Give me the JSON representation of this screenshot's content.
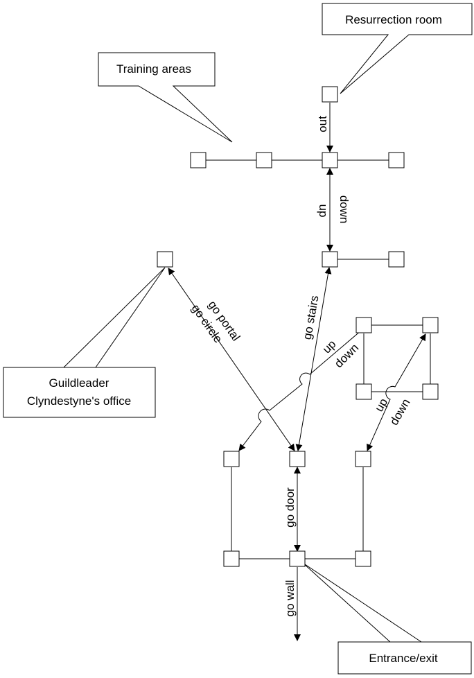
{
  "callouts": {
    "resurrection": "Resurrection room",
    "training": "Training areas",
    "office_line1": "Guildleader",
    "office_line2": "Clyndestyne's office",
    "entrance": "Entrance/exit"
  },
  "labels": {
    "out": "out",
    "up": "up",
    "down": "down",
    "go_stairs": "go stairs",
    "go_portal": "go portal",
    "go_circle": "go circle",
    "go_door": "go door",
    "go_wall": "go wall"
  }
}
